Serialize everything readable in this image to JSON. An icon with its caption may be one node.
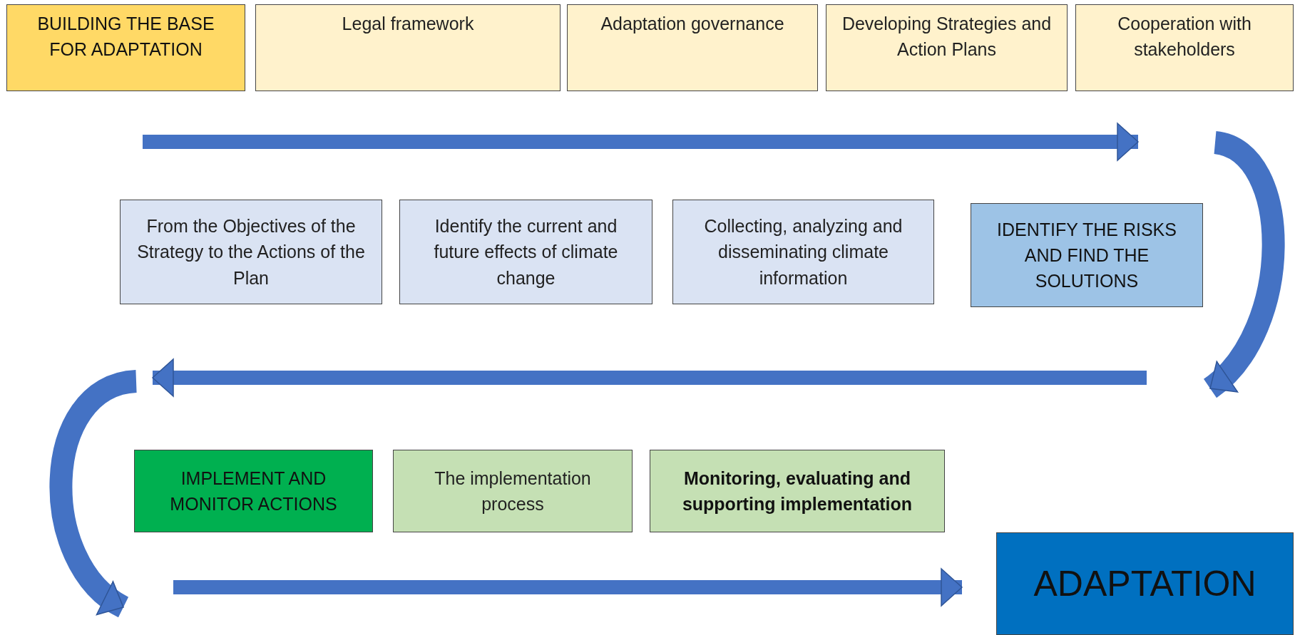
{
  "diagram": {
    "nodes": [
      {
        "text": [
          "BUILDING THE BASE FOR ADAPTATION"
        ]
      },
      {
        "text": [
          "Legal framework"
        ]
      },
      {
        "text": [
          "Adaptation governance"
        ]
      },
      {
        "text": [
          "Developing Strategies and Action Plans"
        ]
      },
      {
        "text": [
          "Cooperation with stakeholders"
        ]
      },
      {
        "text": [
          "From the Objectives of the Strategy to the Actions of the Plan"
        ]
      },
      {
        "text": [
          "Identify the current and future effects of climate change"
        ]
      },
      {
        "text": [
          "Collecting, analyzing and disseminating climate information"
        ]
      },
      {
        "text": [
          "IDENTIFY THE RISKS AND FIND THE SOLUTIONS"
        ]
      },
      {
        "text": [
          "IMPLEMENT AND MONITOR ACTIONS"
        ]
      },
      {
        "text": [
          "The implementation process"
        ]
      },
      {
        "text": [
          "Monitoring, evaluating and supporting implementation"
        ]
      },
      {
        "text": [
          "ADAPTATION"
        ]
      }
    ],
    "edges": [
      {
        "from": 0,
        "to": 4,
        "arrow": "to"
      },
      {
        "from": 4,
        "to": 8,
        "arrow": "to"
      },
      {
        "from": 8,
        "to": 5,
        "arrow": "to"
      },
      {
        "from": null,
        "to": 9,
        "arrow": "to"
      },
      {
        "from": null,
        "to": 12,
        "arrow": "to"
      }
    ]
  }
}
